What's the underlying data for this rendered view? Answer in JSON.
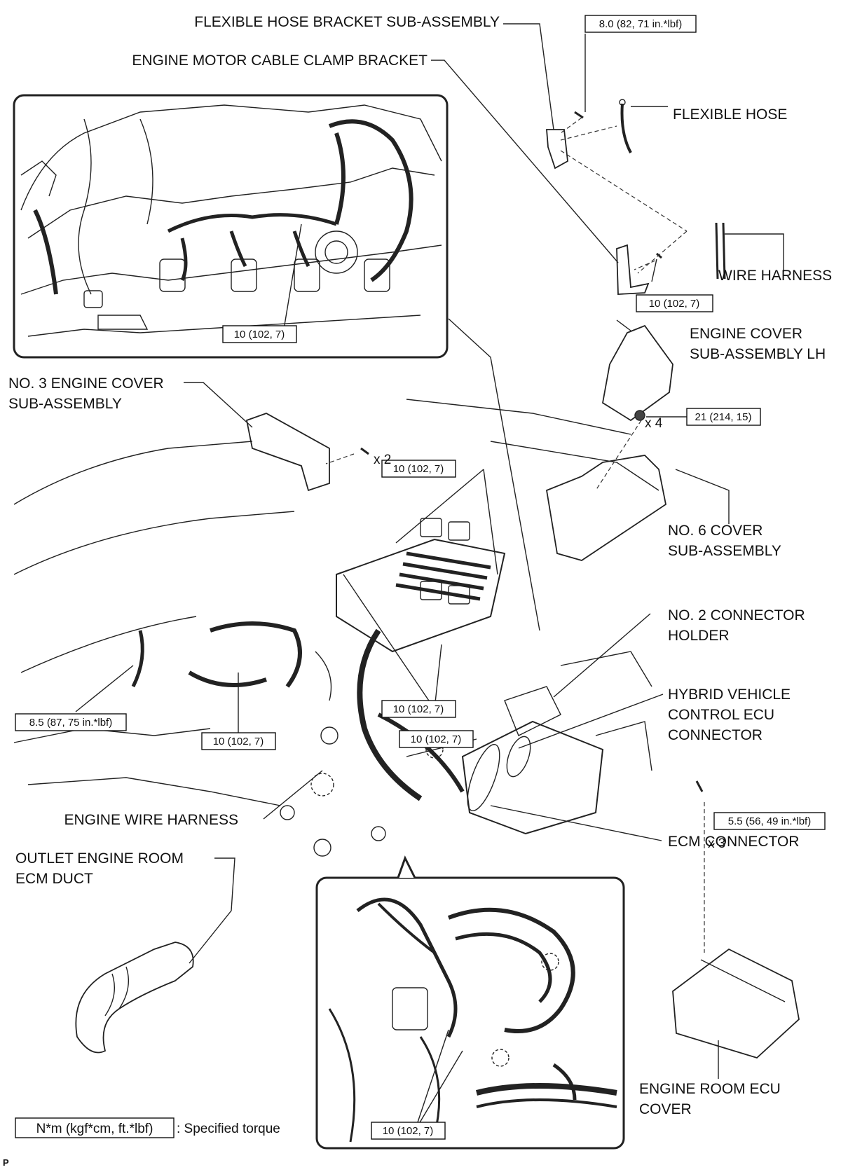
{
  "labels": {
    "flexible_hose_bracket": "FLEXIBLE HOSE BRACKET SUB-ASSEMBLY",
    "engine_motor_cable_clamp_bracket": "ENGINE MOTOR CABLE CLAMP BRACKET",
    "flexible_hose": "FLEXIBLE HOSE",
    "wire_harness": "WIRE HARNESS",
    "engine_cover_lh_1": "ENGINE COVER",
    "engine_cover_lh_2": "SUB-ASSEMBLY LH",
    "no3_engine_cover_1": "NO. 3 ENGINE COVER",
    "no3_engine_cover_2": "SUB-ASSEMBLY",
    "no6_cover_1": "NO. 6 COVER",
    "no6_cover_2": "SUB-ASSEMBLY",
    "no2_connector_holder_1": "NO. 2 CONNECTOR",
    "no2_connector_holder_2": "HOLDER",
    "hv_ecu_connector_1": "HYBRID VEHICLE",
    "hv_ecu_connector_2": "CONTROL ECU",
    "hv_ecu_connector_3": "CONNECTOR",
    "engine_wire_harness": "ENGINE WIRE HARNESS",
    "ecm_connector": "ECM CONNECTOR",
    "outlet_duct_1": "OUTLET ENGINE ROOM",
    "outlet_duct_2": "ECM DUCT",
    "ecu_cover_1": "ENGINE ROOM ECU",
    "ecu_cover_2": "COVER"
  },
  "torques": {
    "t_bracket_bolt": "8.0 (82, 71 in.*lbf)",
    "t_clamp_bracket": "10 (102, 7)",
    "t_inset_top": "10 (102, 7)",
    "t_cover_lh": "21 (214, 15)",
    "t_center_top": "10 (102, 7)",
    "t_center_mid": "10 (102, 7)",
    "t_center_low": "10 (102, 7)",
    "t_left_85": "8.5 (87, 75 in.*lbf)",
    "t_left_10": "10 (102, 7)",
    "t_ecu_cover": "5.5 (56, 49 in.*lbf)",
    "t_inset_bottom": "10 (102, 7)"
  },
  "multipliers": {
    "x2": "x 2",
    "x4": "x 4",
    "x3": "x 3"
  },
  "legend": {
    "box": "N*m (kgf*cm, ft.*lbf)",
    "text": ": Specified torque"
  },
  "footer_code": "P"
}
